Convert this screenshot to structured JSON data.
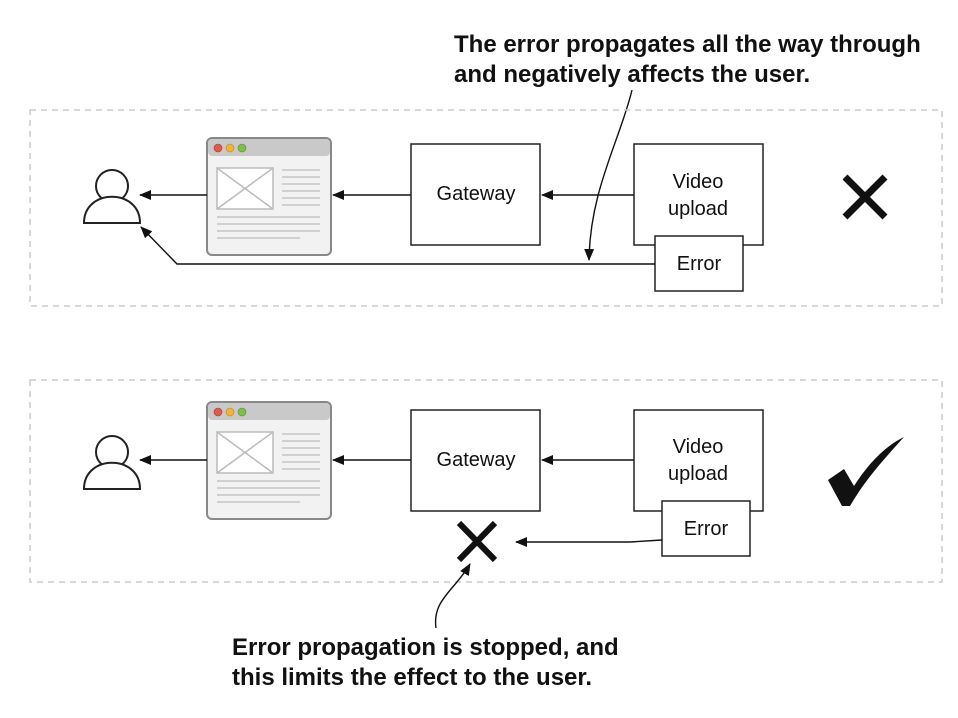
{
  "top_note": {
    "line1": "The error propagates all the way through",
    "line2": "and negatively affects the user."
  },
  "bottom_note": {
    "line1": "Error propagation is stopped, and",
    "line2": "this limits the effect to the user."
  },
  "scenario_bad": {
    "gateway_label": "Gateway",
    "video_upload_line1": "Video",
    "video_upload_line2": "upload",
    "error_label": "Error",
    "outcome_icon": "cross-icon"
  },
  "scenario_good": {
    "gateway_label": "Gateway",
    "video_upload_line1": "Video",
    "video_upload_line2": "upload",
    "error_label": "Error",
    "stop_icon": "cross-icon",
    "outcome_icon": "checkmark-icon"
  }
}
